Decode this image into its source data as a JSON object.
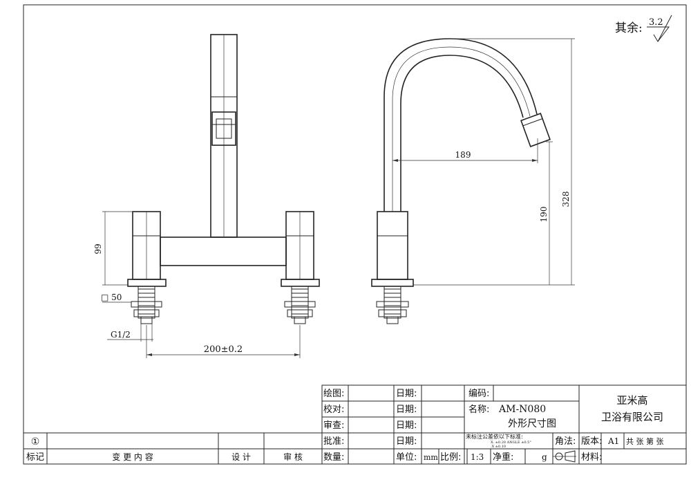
{
  "surface": {
    "label": "其余:",
    "value": "3.2"
  },
  "dimensions": {
    "height_left": "99",
    "square": "□ 50",
    "thread": "G1/2",
    "center_distance": "200±0.2",
    "reach": "189",
    "spout_height": "190",
    "total_height": "328"
  },
  "title_block": {
    "draw": "绘图:",
    "check": "校对:",
    "review": "审查:",
    "approve": "批准:",
    "quantity": "数量:",
    "date": "日期:",
    "code": "编码:",
    "name_label": "名称:",
    "model": "AM-N080",
    "drawing_name": "外形尺寸图",
    "company_line1": "亚米高",
    "company_line2": "卫浴有限公司",
    "tolerance_title": "未标注公差依以下标准:",
    "tolerance_line1": "X. ±0.20 ANGLE ±0.5°",
    "tolerance_line2": ".X ±0.10",
    "projection": "角法:",
    "version": "版本:",
    "version_value": "A1",
    "sheets": "共  张 第  张",
    "unit": "单位:",
    "unit_value": "mm",
    "scale": "比例:",
    "scale_value": "1:3",
    "net_weight": "净重:",
    "weight_unit": "g",
    "material": "材料:"
  },
  "revision": {
    "mark_symbol": "①",
    "mark": "标记",
    "content": "变  更  内  容",
    "design": "设  计",
    "audit": "审  核"
  }
}
